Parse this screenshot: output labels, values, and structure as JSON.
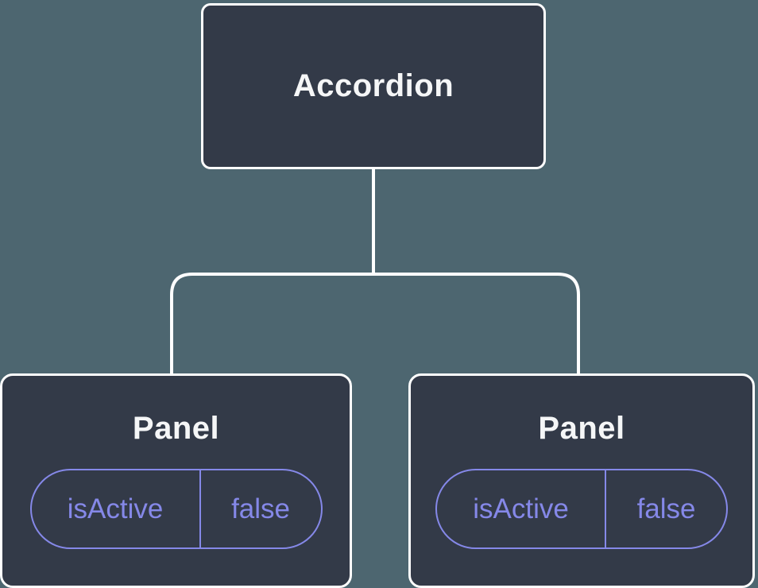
{
  "diagram": {
    "type": "component-tree",
    "root": {
      "label": "Accordion"
    },
    "children": [
      {
        "label": "Panel",
        "prop_name": "isActive",
        "prop_value": "false"
      },
      {
        "label": "Panel",
        "prop_name": "isActive",
        "prop_value": "false"
      }
    ],
    "colors": {
      "canvas_background": "#4d6670",
      "node_fill": "#333a48",
      "node_border": "#ffffff",
      "connector_line": "#ffffff",
      "prop_pill_accent": "#8588e8",
      "node_title_text": "#f5f6f7"
    }
  }
}
